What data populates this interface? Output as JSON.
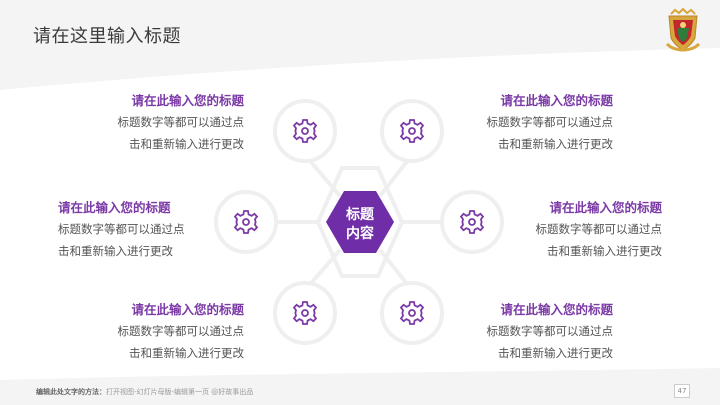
{
  "header": {
    "title": "请在这里输入标题"
  },
  "center": {
    "line1": "标题",
    "line2": "内容",
    "color": "#6f2da8"
  },
  "items": [
    {
      "heading": "请在此输入您的标题",
      "line1": "标题数字等都可以通过点",
      "line2": "击和重新输入进行更改",
      "icon": "gear-icon"
    },
    {
      "heading": "请在此输入您的标题",
      "line1": "标题数字等都可以通过点",
      "line2": "击和重新输入进行更改",
      "icon": "gear-icon"
    },
    {
      "heading": "请在此输入您的标题",
      "line1": "标题数字等都可以通过点",
      "line2": "击和重新输入进行更改",
      "icon": "gear-icon"
    },
    {
      "heading": "请在此输入您的标题",
      "line1": "标题数字等都可以通过点",
      "line2": "击和重新输入进行更改",
      "icon": "gear-icon"
    },
    {
      "heading": "请在此输入您的标题",
      "line1": "标题数字等都可以通过点",
      "line2": "击和重新输入进行更改",
      "icon": "gear-icon"
    },
    {
      "heading": "请在此输入您的标题",
      "line1": "标题数字等都可以通过点",
      "line2": "击和重新输入进行更改",
      "icon": "gear-icon"
    }
  ],
  "footer": {
    "label": "编辑此处文字的方法：",
    "text": "打开视图-幻灯片母版-编辑第一页 @好故事出品",
    "page": "47"
  },
  "colors": {
    "accent": "#7b3aa6",
    "ring": "#efefef",
    "text": "#555555"
  }
}
